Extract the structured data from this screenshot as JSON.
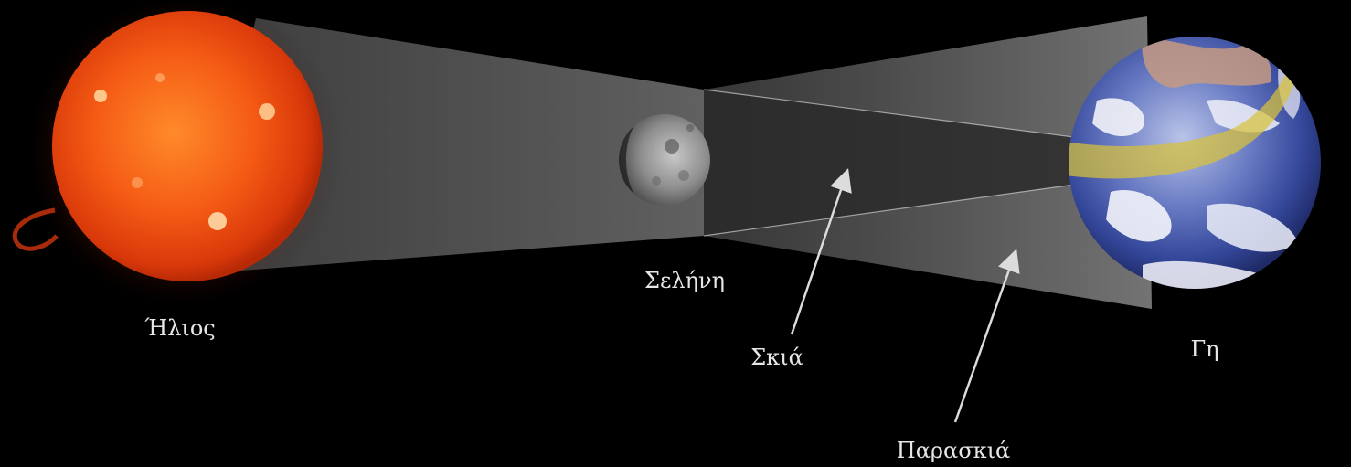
{
  "labels": {
    "sun": "Ήλιος",
    "moon": "Σελήνη",
    "earth": "Γη",
    "umbra": "Σκιά",
    "penumbra": "Παρασκιά"
  },
  "colors": {
    "background": "#000000",
    "sun": "#f04a10",
    "moon": "#9a9a9a",
    "earth_ocean": "#2b3f8f",
    "eclipse_path": "#d8c23a",
    "label_text": "#e6e6e6"
  }
}
